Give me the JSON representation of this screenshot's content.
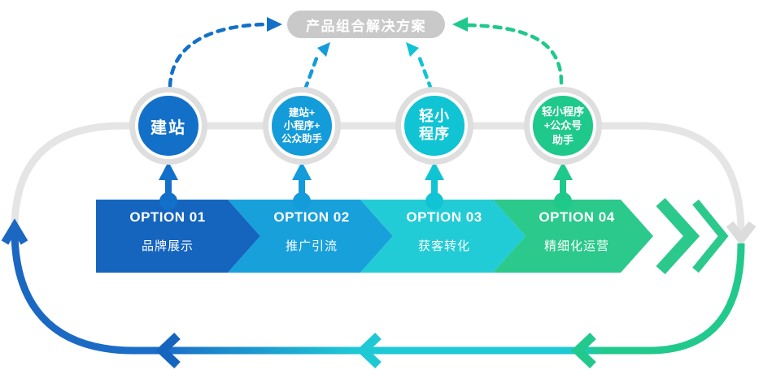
{
  "diagram": {
    "title_pill": "产品组合解决方案",
    "circles": [
      {
        "lines": [
          "建站"
        ],
        "color": "#1270c8"
      },
      {
        "lines": [
          "建站+",
          "小程序+",
          "公众助手"
        ],
        "color": "#149bd9"
      },
      {
        "lines": [
          "轻小",
          "程序"
        ],
        "color": "#10c4d3"
      },
      {
        "lines": [
          "轻小程序",
          "+公众号",
          "助手"
        ],
        "color": "#1ec98b"
      }
    ],
    "options": [
      {
        "label": "OPTION 01",
        "sublabel": "品牌展示",
        "color": "#1565bf",
        "arrow_color": "#1270c8"
      },
      {
        "label": "OPTION 02",
        "sublabel": "推广引流",
        "color": "#18a0db",
        "arrow_color": "#149bd9"
      },
      {
        "label": "OPTION 03",
        "sublabel": "获客转化",
        "color": "#22ccd6",
        "arrow_color": "#10c4d3"
      },
      {
        "label": "OPTION 04",
        "sublabel": "精细化运营",
        "color": "#2bc98c",
        "arrow_color": "#1ec98b"
      }
    ],
    "flow_colors": {
      "loop_gray": "#e5e5e5",
      "gray_arrow": "#dcdcdc",
      "blue": "#1b67c2",
      "cyan": "#1ec9d5",
      "green": "#22c98c"
    }
  }
}
